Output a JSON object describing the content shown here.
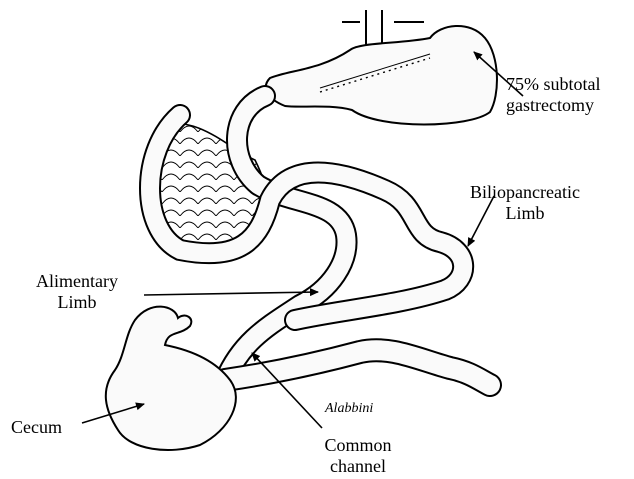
{
  "labels": {
    "gastrectomy": {
      "line1": "75% subtotal",
      "line2": "gastrectomy"
    },
    "biliopancreatic": {
      "line1": "Biliopancreatic",
      "line2": "Limb"
    },
    "alimentary": {
      "line1": "Alimentary",
      "line2": "Limb"
    },
    "cecum": "Cecum",
    "common": {
      "line1": "Common",
      "line2": "channel"
    },
    "signature": "Alabbini"
  },
  "colors": {
    "ink": "#000000",
    "paper": "#ffffff",
    "tissue": "#fafafa"
  }
}
